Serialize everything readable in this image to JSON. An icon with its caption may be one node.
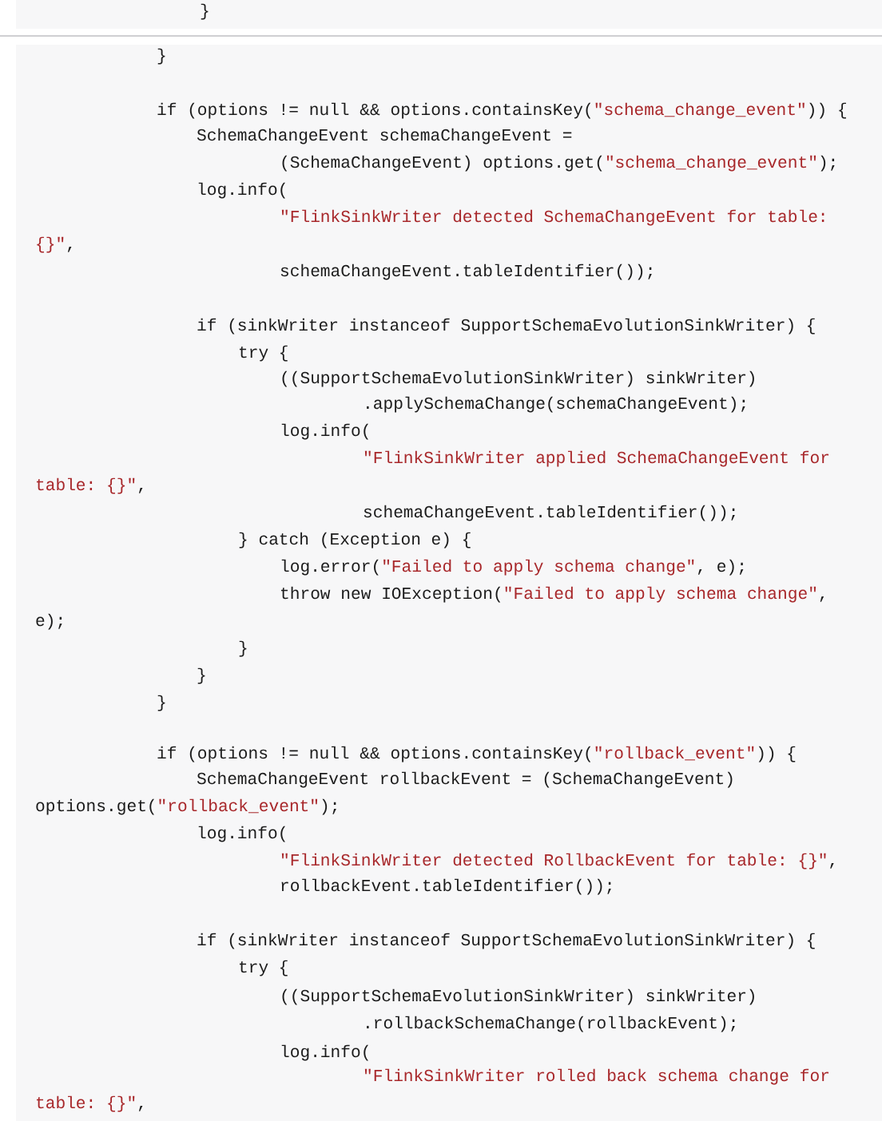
{
  "diagram": {
    "labels": [
      "}",
      "}",
      "if (options != null && options.containsKey(\"schema_change_event\")) {",
      "SchemaChangeEvent schemaChangeEvent =",
      "(SchemaChangeEvent) options.get(\"schema_change_event\");",
      "log.info(",
      "\"FlinkSinkWriter detected SchemaChangeEvent for table:",
      "{}\",",
      "schemaChangeEvent.tableIdentifier());",
      "if (sinkWriter instanceof SupportSchemaEvolutionSinkWriter) {",
      "try {",
      "((SupportSchemaEvolutionSinkWriter) sinkWriter)",
      ".applySchemaChange(schemaChangeEvent);",
      "log.info(",
      "\"FlinkSinkWriter applied SchemaChangeEvent for",
      "table: {}\",",
      "schemaChangeEvent.tableIdentifier());",
      "} catch (Exception e) {",
      "log.error(\"Failed to apply schema change\", e);",
      "throw new IOException(\"Failed to apply schema change\",",
      "e);",
      "}",
      "}",
      "}",
      "if (options != null && options.containsKey(\"rollback_event\")) {",
      "SchemaChangeEvent rollbackEvent = (SchemaChangeEvent)",
      "options.get(\"rollback_event\");",
      "log.info(",
      "\"FlinkSinkWriter detected RollbackEvent for table: {}\",",
      "rollbackEvent.tableIdentifier());",
      "if (sinkWriter instanceof SupportSchemaEvolutionSinkWriter) {",
      "try {",
      "((SupportSchemaEvolutionSinkWriter) sinkWriter)",
      ".rollbackSchemaChange(rollbackEvent);",
      "log.info(",
      "\"FlinkSinkWriter rolled back schema change for",
      "table: {}\","
    ]
  }
}
